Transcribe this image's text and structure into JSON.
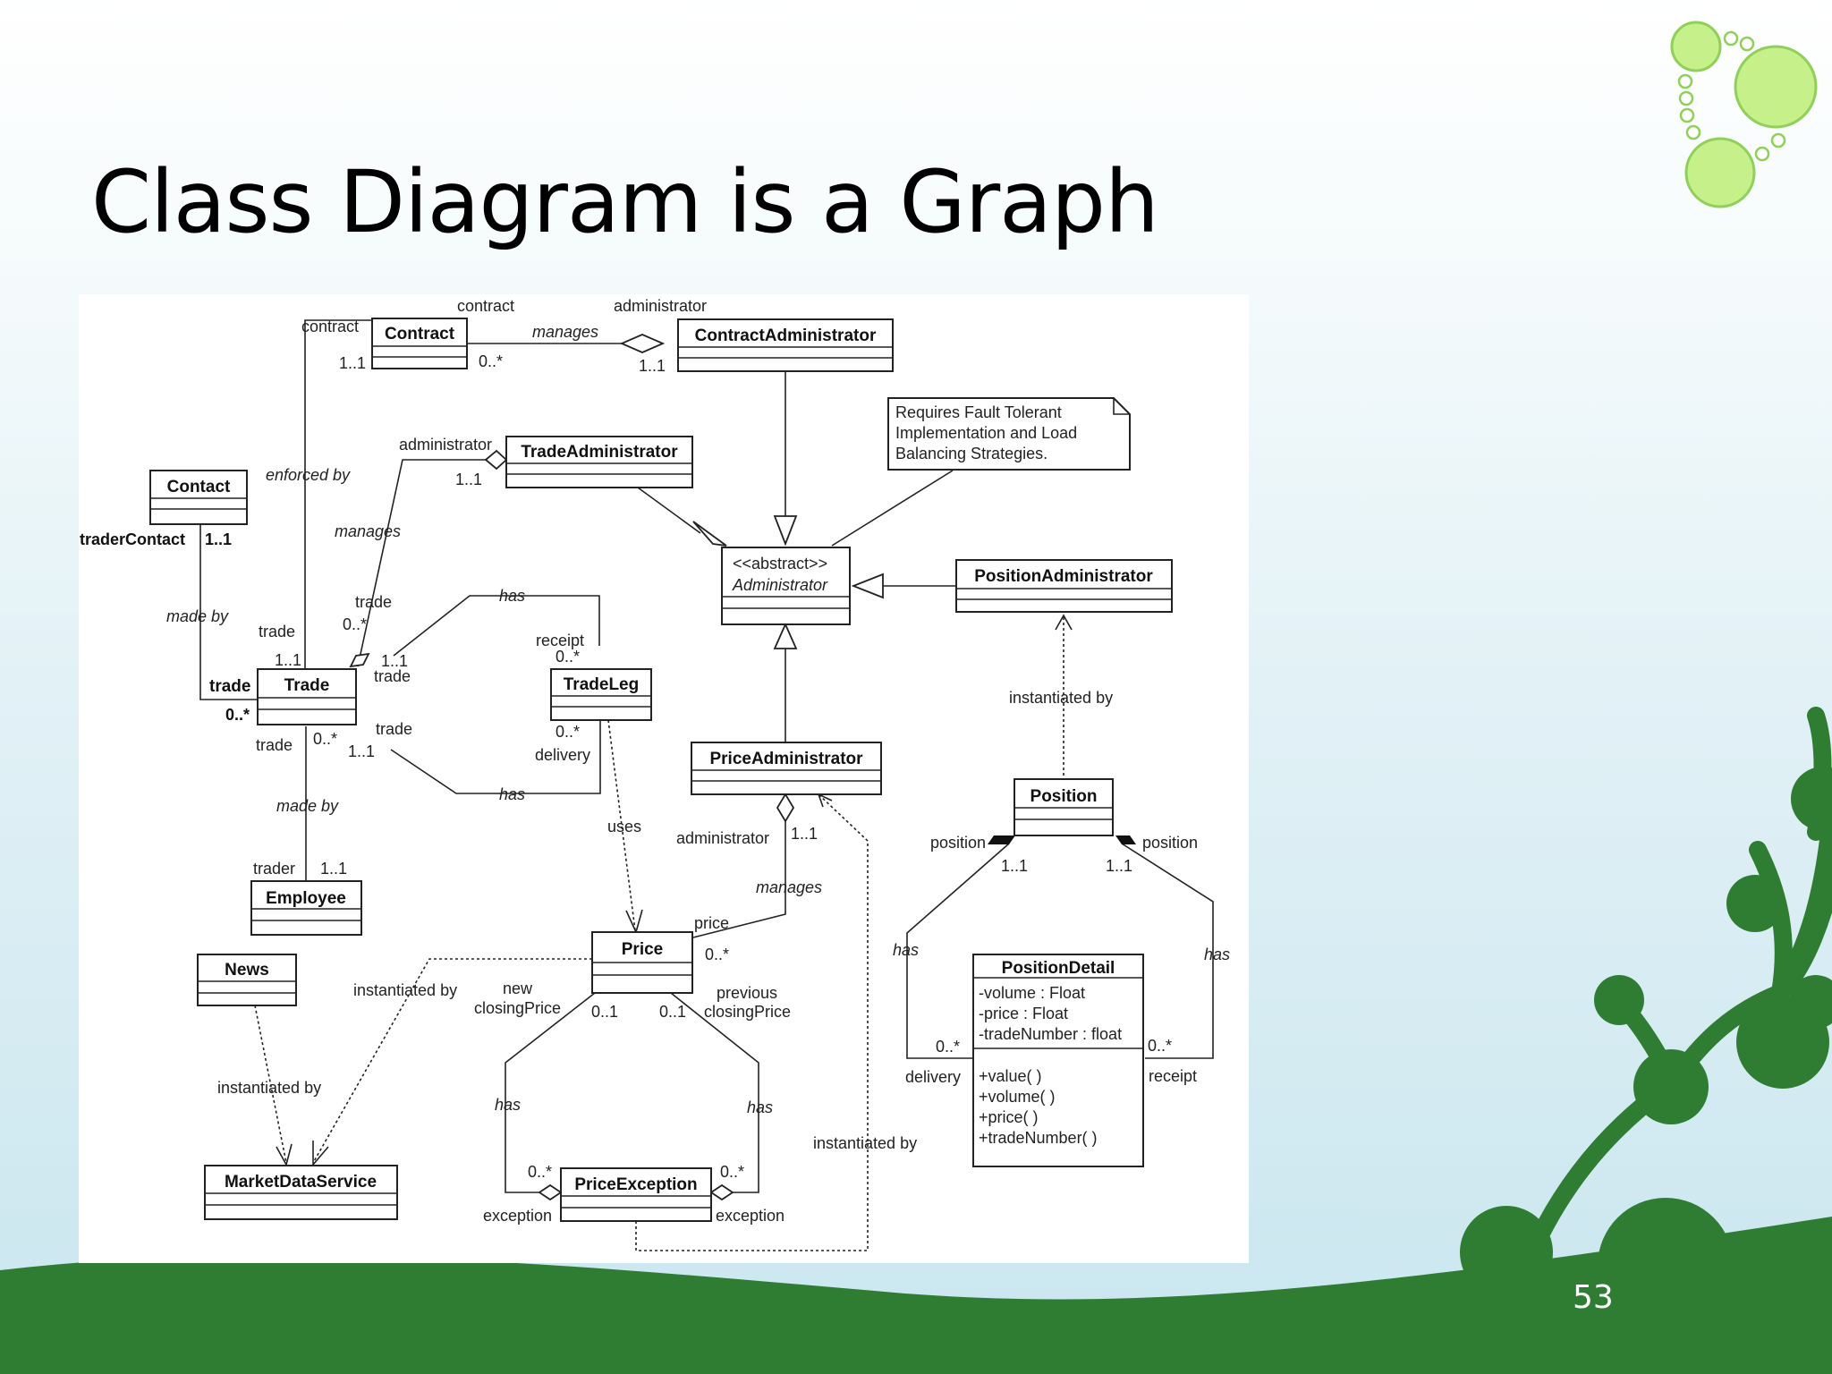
{
  "slide": {
    "title": "Class Diagram is a Graph",
    "page_number": "53"
  },
  "colors": {
    "light_green": "#c6f08a",
    "dark_green": "#2f7d32",
    "mid_green": "#3a8f3c"
  },
  "classes": {
    "Contract": "Contract",
    "ContractAdministrator": "ContractAdministrator",
    "TradeAdministrator": "TradeAdministrator",
    "Contact": "Contact",
    "Administrator_stereo": "<<abstract>>",
    "Administrator": "Administrator",
    "PositionAdministrator": "PositionAdministrator",
    "Trade": "Trade",
    "TradeLeg": "TradeLeg",
    "PriceAdministrator": "PriceAdministrator",
    "Position": "Position",
    "Employee": "Employee",
    "News": "News",
    "Price": "Price",
    "PositionDetail": "PositionDetail",
    "MarketDataService": "MarketDataService",
    "PriceException": "PriceException"
  },
  "position_detail": {
    "attributes": [
      "-volume : Float",
      "-price : Float",
      "-tradeNumber : float"
    ],
    "operations": [
      "+value( )",
      "+volume( )",
      "+price( )",
      "+tradeNumber( )"
    ]
  },
  "note": [
    "Requires Fault Tolerant",
    "Implementation and Load",
    "Balancing Strategies."
  ],
  "labels": {
    "contract_top": "contract",
    "administrator_top": "administrator",
    "contract_left": "contract",
    "manages_1": "manages",
    "m_1_1_contract": "1..1",
    "m_0_star_contract": "0..*",
    "m_1_1_contractadmin": "1..1",
    "administrator_trade": "administrator",
    "m_1_1_tradeadmin": "1..1",
    "enforced_by": "enforced by",
    "manages_2": "manages",
    "traderContact": "traderContact",
    "m_1_1_contact": "1..1",
    "made_by_1": "made by",
    "trade_1": "trade",
    "trade_2": "trade",
    "m_0_star_2": "0..*",
    "has_1": "has",
    "receipt_1": "receipt",
    "m_0_star_3": "0..*",
    "m_1_1_a": "1..1",
    "m_1_1_b": "1..1",
    "trade_3": "trade",
    "trade_4": "trade",
    "m_0_star_4": "0..*",
    "trade_5": "trade",
    "trade_6": "trade",
    "m_0_star_5": "0..*",
    "m_1_1_c": "1..1",
    "m_0_star_6": "0..*",
    "delivery_1": "delivery",
    "has_2": "has",
    "made_by_2": "made by",
    "trader": "trader",
    "m_1_1_d": "1..1",
    "instantiated_by_1": "instantiated by",
    "uses": "uses",
    "administrator_price": "administrator",
    "m_1_1_e": "1..1",
    "manages_3": "manages",
    "position_l": "position",
    "position_r": "position",
    "m_1_1_f": "1..1",
    "m_1_1_g": "1..1",
    "price": "price",
    "m_0_star_7": "0..*",
    "has_3": "has",
    "has_4": "has",
    "instantiated_by_2": "instantiated by",
    "new": "new",
    "closingPrice_new": "closingPrice",
    "m_0_1_a": "0..1",
    "m_0_1_b": "0..1",
    "previous": "previous",
    "closingPrice_prev": "closingPrice",
    "m_0_star_8": "0..*",
    "delivery_2": "delivery",
    "m_0_star_9": "0..*",
    "receipt_2": "receipt",
    "instantiated_by_3": "instantiated by",
    "has_5": "has",
    "has_6": "has",
    "instantiated_by_4": "instantiated by",
    "m_0_star_10": "0..*",
    "m_0_star_11": "0..*",
    "exception_1": "exception",
    "exception_2": "exception"
  }
}
